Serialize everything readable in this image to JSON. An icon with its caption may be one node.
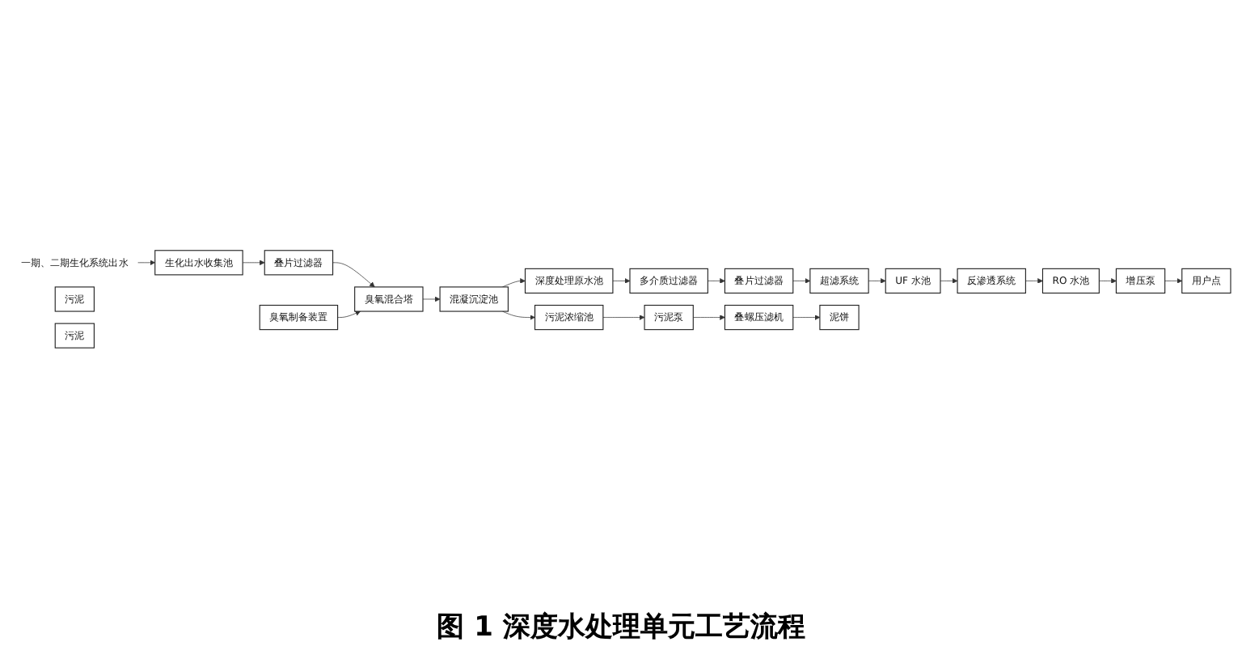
{
  "diagram": {
    "caption": "图 1 深度水处理单元工艺流程",
    "nodes": [
      {
        "text": [
          "一期、二期生化系统出水"
        ]
      },
      {
        "text": [
          "生化出水收集池"
        ]
      },
      {
        "text": [
          "叠片过滤器"
        ]
      },
      {
        "text": [
          "臭氧混合塔"
        ]
      },
      {
        "text": [
          "臭氧制备装置"
        ]
      },
      {
        "text": [
          "混凝沉淀池"
        ]
      },
      {
        "text": [
          "深度处理原水池"
        ]
      },
      {
        "text": [
          "多介质过滤器"
        ]
      },
      {
        "text": [
          "叠片过滤器"
        ]
      },
      {
        "text": [
          "超滤系统"
        ]
      },
      {
        "text": [
          "UF 水池"
        ]
      },
      {
        "text": [
          "反渗透系统"
        ]
      },
      {
        "text": [
          "RO 水池"
        ]
      },
      {
        "text": [
          "增压泵"
        ]
      },
      {
        "text": [
          "用户点"
        ]
      },
      {
        "text": [
          "污泥"
        ]
      },
      {
        "text": [
          "污泥浓缩池"
        ]
      },
      {
        "text": [
          "污泥"
        ]
      },
      {
        "text": [
          "污泥泵"
        ]
      },
      {
        "text": [
          "叠螺压滤机"
        ]
      },
      {
        "text": [
          "泥饼"
        ]
      }
    ],
    "edges": [
      {
        "from": 0,
        "to": 1,
        "arrow": "to"
      },
      {
        "from": 1,
        "to": 2,
        "arrow": "to"
      },
      {
        "from": 2,
        "to": 3,
        "arrow": "to"
      },
      {
        "from": 4,
        "to": 3,
        "arrow": "to"
      },
      {
        "from": 3,
        "to": 5,
        "arrow": "to"
      },
      {
        "from": 5,
        "to": 6,
        "arrow": "to"
      },
      {
        "from": 6,
        "to": 7,
        "arrow": "to"
      },
      {
        "from": 7,
        "to": 8,
        "arrow": "to"
      },
      {
        "from": 8,
        "to": 9,
        "arrow": "to"
      },
      {
        "from": 9,
        "to": 10,
        "arrow": "to"
      },
      {
        "from": 10,
        "to": 11,
        "arrow": "to"
      },
      {
        "from": 11,
        "to": 12,
        "arrow": "to"
      },
      {
        "from": 12,
        "to": 13,
        "arrow": "to"
      },
      {
        "from": 13,
        "to": 14,
        "arrow": "to"
      },
      {
        "from": 5,
        "to": 16,
        "arrow": "to"
      },
      {
        "from": 16,
        "to": 18,
        "arrow": "to"
      },
      {
        "from": 18,
        "to": 19,
        "arrow": "to"
      },
      {
        "from": 19,
        "to": 20,
        "arrow": "to"
      }
    ]
  }
}
